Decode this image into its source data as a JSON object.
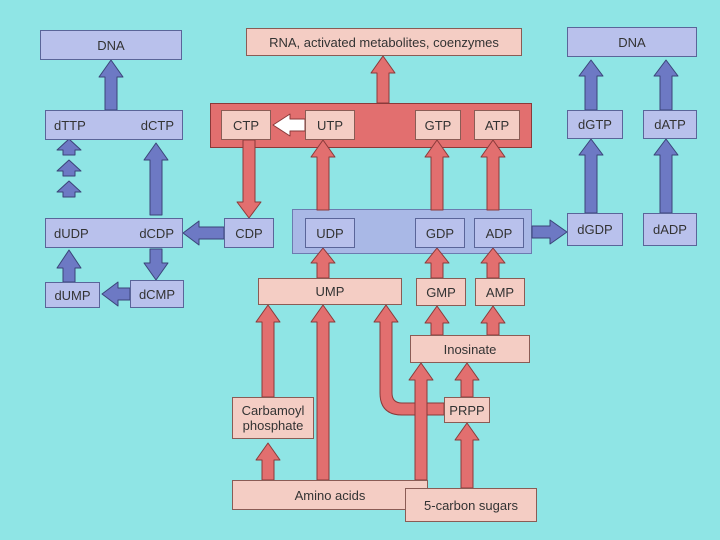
{
  "colors": {
    "background": "#8fe5e5",
    "pathway_red": "#e26f6f",
    "pathway_blue": "#6d79c4",
    "box_pink": "#f4cdc4",
    "box_blue": "#b9c1ec"
  },
  "nodes": {
    "dna_left": "DNA",
    "products": "RNA, activated metabolites, coenzymes",
    "dna_right": "DNA",
    "dttp": "dTTP",
    "dctp": "dCTP",
    "ctp": "CTP",
    "utp": "UTP",
    "gtp": "GTP",
    "atp": "ATP",
    "dgtp": "dGTP",
    "datp": "dATP",
    "dudp": "dUDP",
    "dcdp": "dCDP",
    "cdp": "CDP",
    "udp": "UDP",
    "gdp": "GDP",
    "adp": "ADP",
    "dgdp": "dGDP",
    "dadp": "dADP",
    "dump": "dUMP",
    "dcmp": "dCMP",
    "ump": "UMP",
    "gmp": "GMP",
    "amp": "AMP",
    "inosinate": "Inosinate",
    "carbamoyl_phosphate": "Carbamoyl phosphate",
    "prpp": "PRPP",
    "amino_acids": "Amino acids",
    "five_carbon_sugars": "5-carbon sugars"
  }
}
